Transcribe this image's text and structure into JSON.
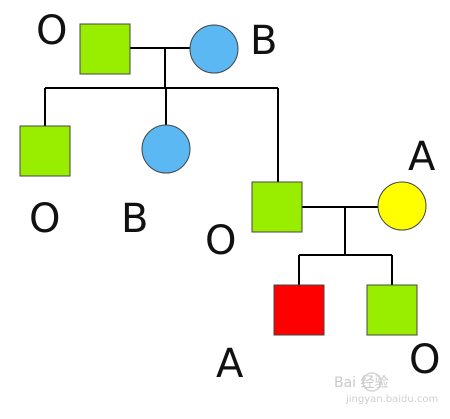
{
  "colors": {
    "line": "#000000",
    "male_o": "#99ee00",
    "female_b": "#5bb8f2",
    "female_a": "#ffff00",
    "male_a": "#ff0000",
    "shape_stroke": "#444444"
  },
  "individuals": {
    "grandfather": {
      "sex": "male",
      "blood_type": "O"
    },
    "grandmother": {
      "sex": "female",
      "blood_type": "B"
    },
    "son_1": {
      "sex": "male",
      "blood_type": "O"
    },
    "daughter": {
      "sex": "female",
      "blood_type": "B"
    },
    "son_2": {
      "sex": "male",
      "blood_type": "O"
    },
    "son_2_wife": {
      "sex": "female",
      "blood_type": "A"
    },
    "grandson_1": {
      "sex": "male",
      "blood_type": "A"
    },
    "grandson_2": {
      "sex": "male",
      "blood_type": "O"
    }
  },
  "watermark": {
    "text": "Bai 经验",
    "subtext": "jingyan.baidu.com"
  }
}
